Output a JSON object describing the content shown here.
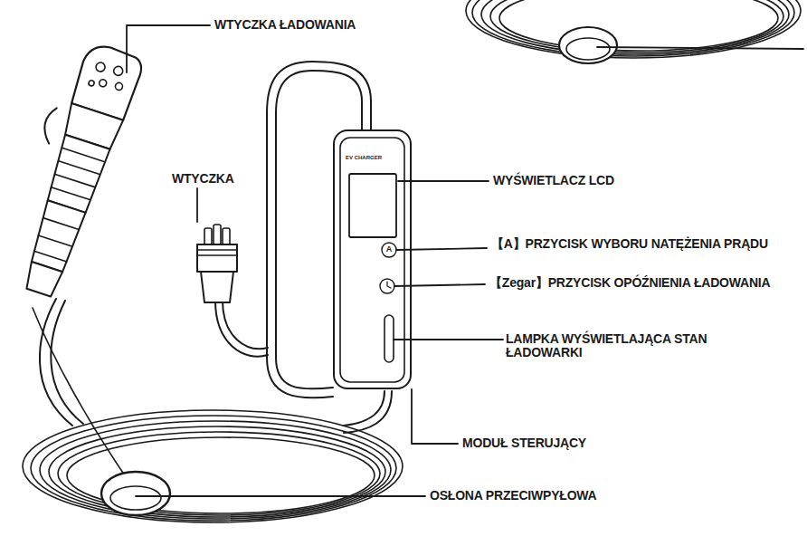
{
  "diagram": {
    "nodes": [
      {
        "text": [
          "EV CHARGER"
        ]
      }
    ],
    "labels": [
      "WTYCZKA ŁADOWANIA",
      "WTYCZKA",
      "WYŚWIETLACZ LCD",
      "【A】PRZYCISK WYBORU NATĘŻENIA PRĄDU",
      "【Zegar】PRZYCISK OPÓŹNIENIA ŁADOWANIA",
      "LAMPKA WYŚWIETLAJĄCA STAN ŁADOWARKI",
      "MODUŁ STERUJĄCY",
      "OSŁONA PRZECIWPYŁOWA",
      "A"
    ]
  }
}
